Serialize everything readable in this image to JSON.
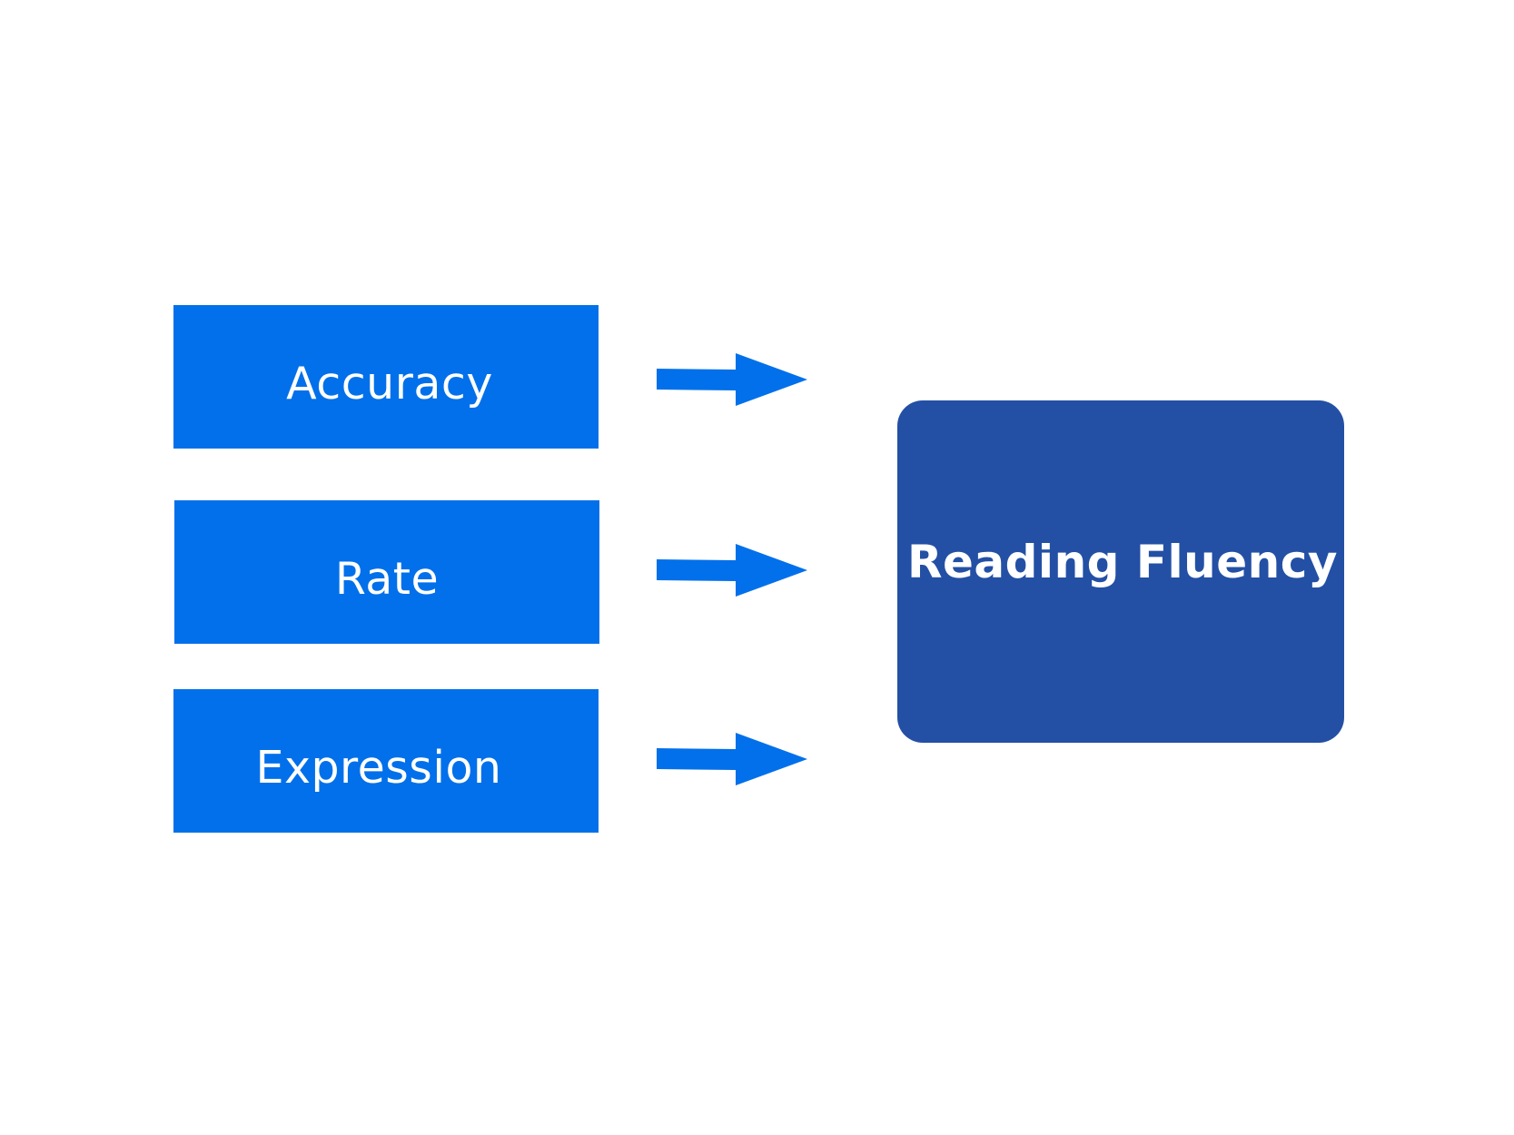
{
  "diagram": {
    "inputs": [
      {
        "label": "Accuracy"
      },
      {
        "label": "Rate"
      },
      {
        "label": "Expression"
      }
    ],
    "output": {
      "label": "Reading Fluency"
    },
    "colors": {
      "input_fill": "#0270ea",
      "output_fill": "#2350a5",
      "arrow_fill": "#0270ea",
      "text": "#ffffff",
      "background": "#ffffff"
    }
  }
}
